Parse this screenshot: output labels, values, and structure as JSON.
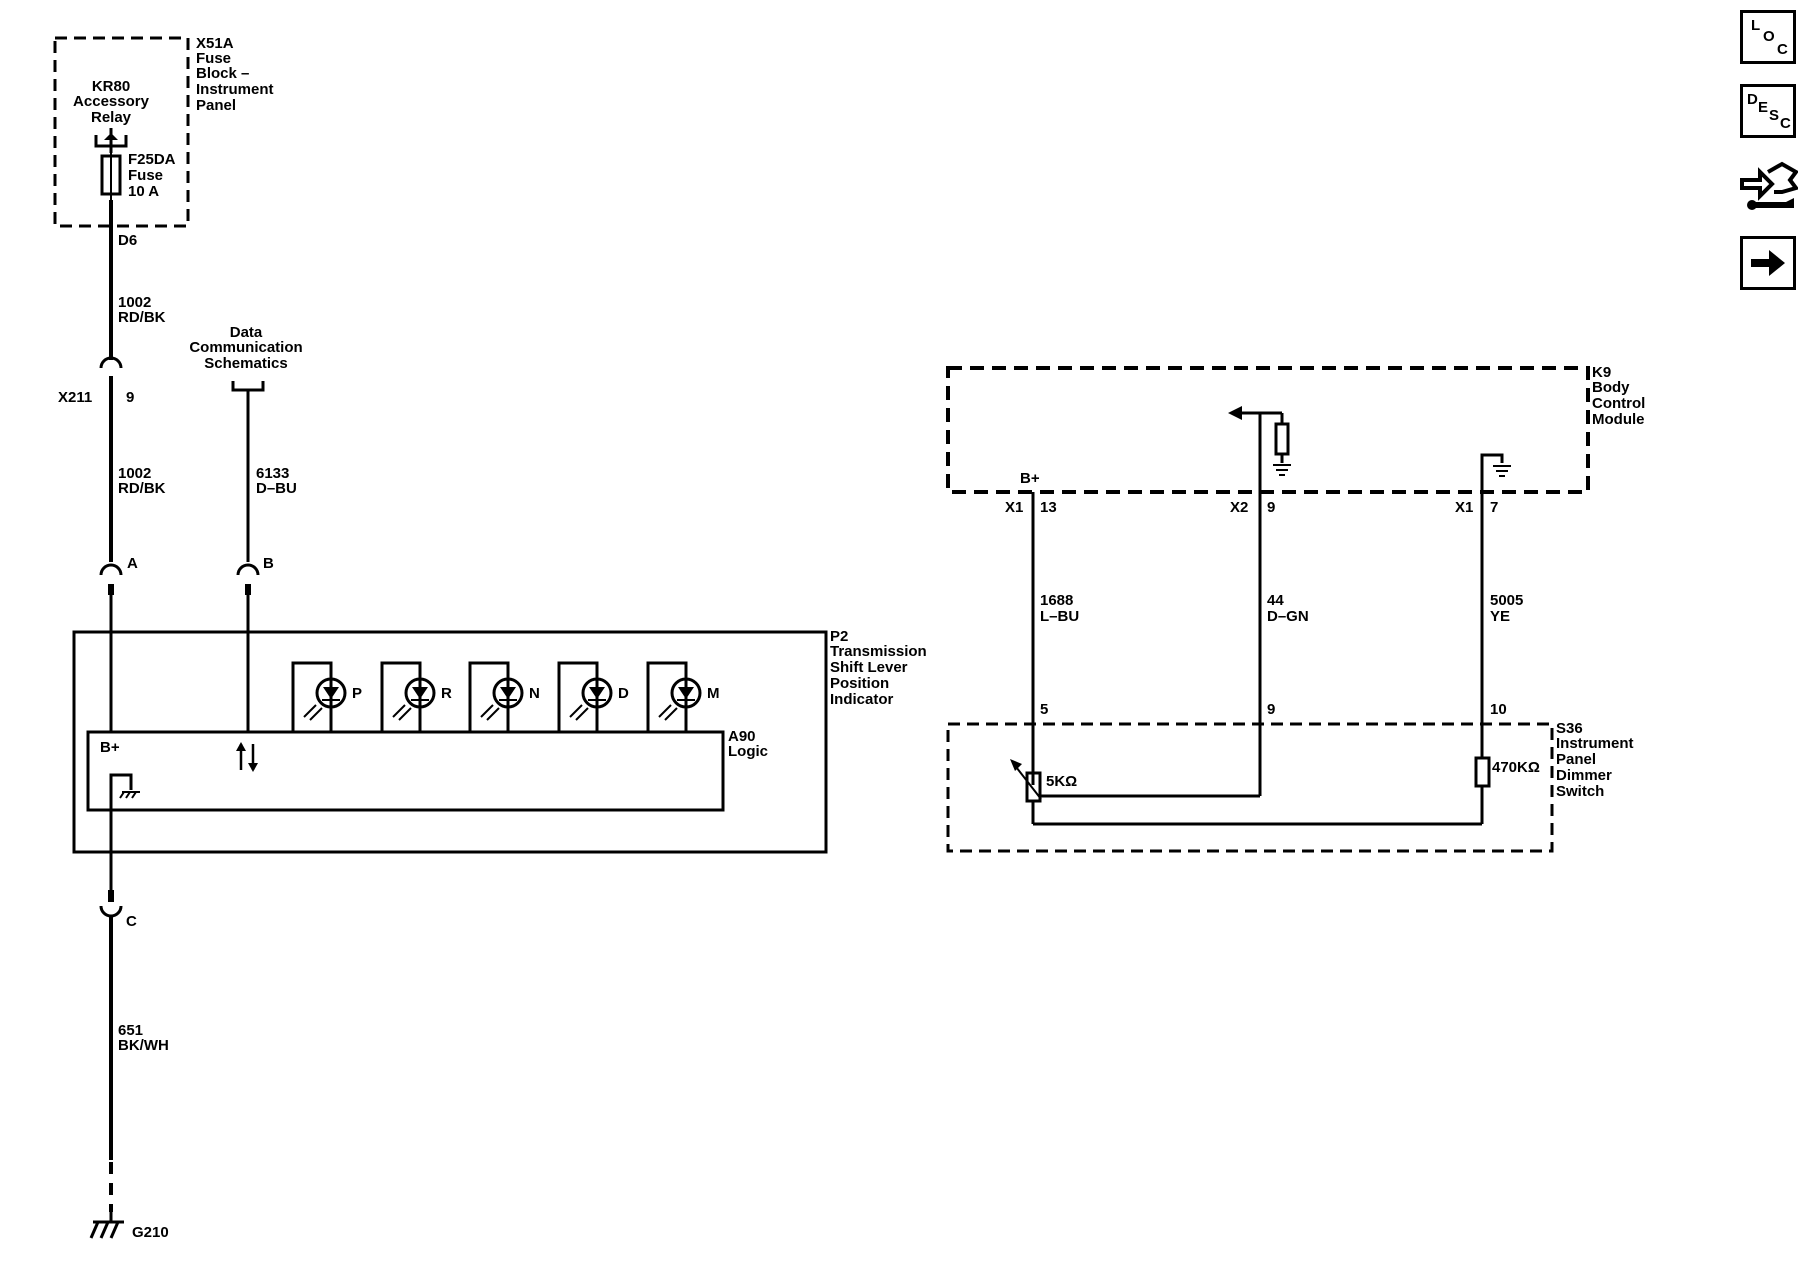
{
  "fuse_block": {
    "name_lines": [
      "X51A",
      "Fuse",
      "Block –",
      "Instrument",
      "Panel"
    ],
    "relay_lines": [
      "KR80",
      "Accessory",
      "Relay"
    ],
    "fuse_lines": [
      "F25DA",
      "Fuse",
      "10 A"
    ],
    "terminal": "D6"
  },
  "left_circuit": {
    "wire_top": [
      "1002",
      "RD/BK"
    ],
    "inline_connector": "X211",
    "inline_pin": "9",
    "wire_mid": [
      "1002",
      "RD/BK"
    ],
    "pin_a": "A",
    "pin_b": "B",
    "data_comm": [
      "Data",
      "Communication",
      "Schematics"
    ],
    "data_wire": [
      "6133",
      "D–BU"
    ],
    "pin_c": "C",
    "ground_wire": [
      "651",
      "BK/WH"
    ],
    "ground_label": "G210"
  },
  "indicator": {
    "name_lines": [
      "P2",
      "Transmission",
      "Shift Lever",
      "Position",
      "Indicator"
    ],
    "logic_lines": [
      "A90",
      "Logic"
    ],
    "bplus": "B+",
    "leds": [
      "P",
      "R",
      "N",
      "D",
      "M"
    ]
  },
  "bcm": {
    "name_lines": [
      "K9",
      "Body",
      "Control",
      "Module"
    ],
    "bplus": "B+",
    "pins": [
      {
        "connector": "X1",
        "pin": "13"
      },
      {
        "connector": "X2",
        "pin": "9"
      },
      {
        "connector": "X1",
        "pin": "7"
      }
    ]
  },
  "wires_right": [
    [
      "1688",
      "L–BU"
    ],
    [
      "44",
      "D–GN"
    ],
    [
      "5005",
      "YE"
    ]
  ],
  "dimmer": {
    "name_lines": [
      "S36",
      "Instrument",
      "Panel",
      "Dimmer",
      "Switch"
    ],
    "pins": [
      "5",
      "9",
      "10"
    ],
    "pot_value": "5KΩ",
    "resistor_value": "470KΩ"
  },
  "side_buttons": {
    "loc": [
      "L",
      "O",
      "C"
    ],
    "desc": [
      "D",
      "E",
      "S",
      "C"
    ],
    "connector_icon": "connector-end-view-icon",
    "next_icon": "arrow-right-icon"
  }
}
